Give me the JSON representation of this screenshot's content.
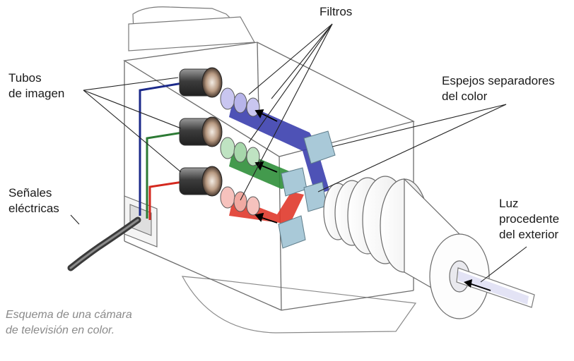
{
  "labels": {
    "filtros": "Filtros",
    "tubos_line1": "Tubos",
    "tubos_line2": "de imagen",
    "espejos_line1": "Espejos separadores",
    "espejos_line2": "del color",
    "senales_line1": "Señales",
    "senales_line2": "eléctricas",
    "luz_line1": "Luz",
    "luz_line2": "procedente",
    "luz_line3": "del exterior"
  },
  "caption": {
    "line1": "Esquema de una cámara",
    "line2": "de televisión en color."
  },
  "colors": {
    "blue_beam": "#3b3fae",
    "green_beam": "#2f8f3a",
    "red_beam": "#e0392b",
    "wire_blue": "#1c2a8a",
    "wire_green": "#2c7a34",
    "wire_red": "#d4281e",
    "mirror": "#a9c9d8",
    "outline": "#6d6d6d"
  }
}
